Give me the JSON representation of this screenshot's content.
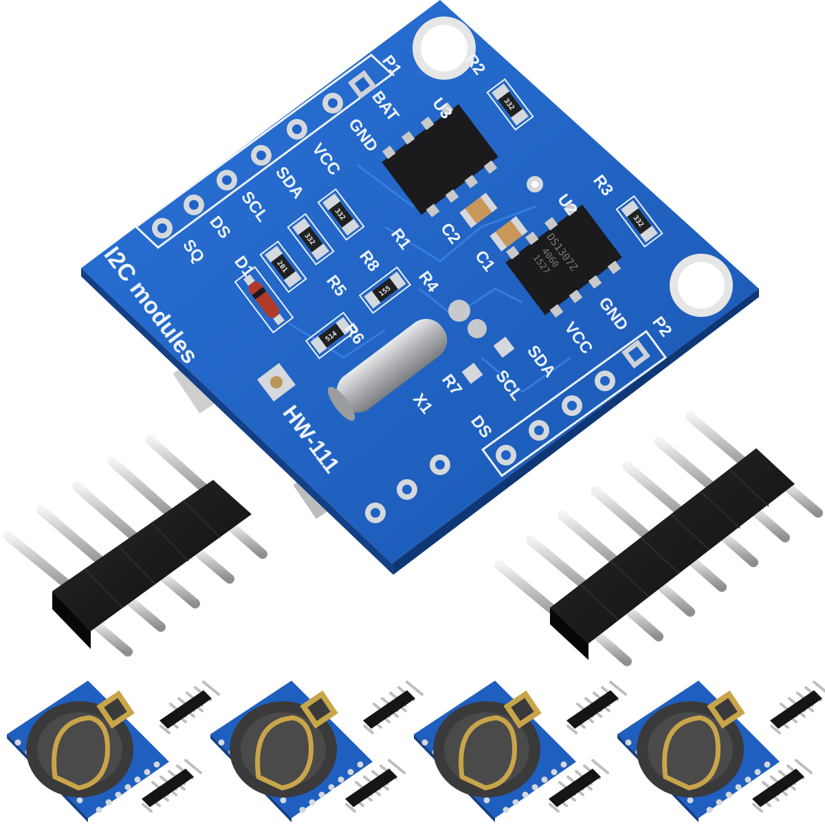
{
  "board": {
    "model": "HW-111",
    "module_text": "I2C modules",
    "chip_u2_text": "DS1307Z",
    "chip_u2_code": "4060",
    "chip_u2_line3": "1527",
    "top_header_labels": [
      "P1",
      "BAT",
      "GND",
      "VCC",
      "SDA",
      "SCL",
      "DS",
      "SQ"
    ],
    "bottom_header_labels": [
      "P2",
      "GND",
      "VCC",
      "SDA",
      "SCL",
      "DS"
    ],
    "components": {
      "u3": "U3",
      "u2": "U2",
      "r1": "R1",
      "r2": "R2",
      "r3": "R3",
      "r4": "R4",
      "r5": "R5",
      "r6": "R6",
      "r7": "R7",
      "r8": "R8",
      "c1": "C1",
      "c2": "C2",
      "d1": "D1",
      "x1": "X1"
    },
    "resistor_codes": {
      "r2": "332",
      "r3": "332",
      "r8": "332",
      "r1a": "332",
      "r5": "201",
      "r4": "155",
      "r6": "514"
    }
  },
  "colors": {
    "pcb": "#1f63c7",
    "pcb_dark": "#184e9f",
    "silkscreen": "#eef4ff",
    "pad_silver": "#d5d8dc",
    "chip_black": "#1b1b1d",
    "crystal_silver": "#b7b9bc",
    "header_plastic": "#151515",
    "pin_metal": "#cfcfcf",
    "cell_holder": "#3a3a3a",
    "cell_contact_gold": "#c9a54a",
    "background": "#ffffff"
  },
  "thumbnails_count": 4
}
